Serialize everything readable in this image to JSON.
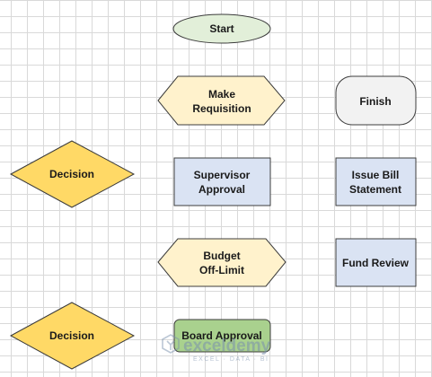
{
  "colors": {
    "green_fill": "#e2efd9",
    "green_dark_fill": "#a9d18e",
    "green_stroke": "#3c3c3c",
    "yellow_fill": "#fff2cc",
    "diamond_fill": "#ffd966",
    "blue_fill": "#dae3f3",
    "grey_fill": "#f2f2f2",
    "stroke": "#3c3c3c"
  },
  "shapes": {
    "start": {
      "label": [
        "Start"
      ]
    },
    "make_requisition": {
      "label": [
        "Make",
        "Requisition"
      ]
    },
    "finish": {
      "label": [
        "Finish"
      ]
    },
    "decision_top": {
      "label": [
        "Decision"
      ]
    },
    "supervisor_approval": {
      "label": [
        "Supervisor",
        "Approval"
      ]
    },
    "issue_bill_statement": {
      "label": [
        "Issue Bill",
        "Statement"
      ]
    },
    "budget_off_limit": {
      "label": [
        "Budget",
        "Off-Limit"
      ]
    },
    "fund_review": {
      "label": [
        "Fund Review"
      ]
    },
    "decision_bottom": {
      "label": [
        "Decision"
      ]
    },
    "board_approval": {
      "label": [
        "Board Approval"
      ]
    }
  },
  "watermark": {
    "brand": "exceldemy",
    "tagline": "EXCEL · DATA · BI",
    "icon": "exceldemy-logo-icon"
  }
}
